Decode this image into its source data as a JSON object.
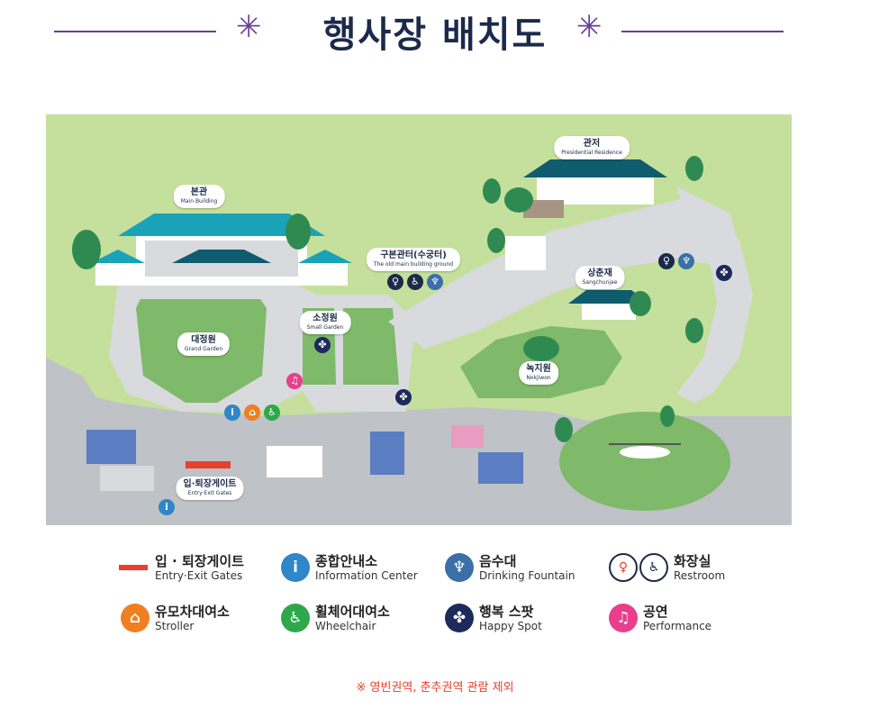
{
  "title": {
    "text": "행사장 배치도",
    "star_glyph": "✳",
    "accent_color": "#6b3d9a"
  },
  "map": {
    "colors": {
      "lawn_light": "#c5e09c",
      "lawn_dark": "#7fb96a",
      "path": "#d8dadd",
      "road": "#bfc2c6",
      "roof": "#1aa3b8",
      "roof_dark": "#0e5c6e"
    },
    "labels": {
      "main_building": {
        "ko": "본관",
        "en": "Main Building"
      },
      "presidential_residence": {
        "ko": "관저",
        "en": "Presidential Residence"
      },
      "old_main_building_ground": {
        "ko": "구본관터(수궁터)",
        "en": "The old main building ground"
      },
      "sangchunjae": {
        "ko": "상춘재",
        "en": "Sangchunjae"
      },
      "grand_garden": {
        "ko": "대정원",
        "en": "Grand Garden"
      },
      "small_garden": {
        "ko": "소정원",
        "en": "Small Garden"
      },
      "nokjiwon": {
        "ko": "녹지원",
        "en": "Nokjiwon"
      },
      "entry_exit_gates": {
        "ko": "입·퇴장게이트",
        "en": "Entry·Exit Gates"
      }
    },
    "facility_icons": [
      "restroom-icon",
      "wheelchair-icon",
      "drinking-fountain-icon",
      "information-icon",
      "stroller-icon",
      "happy-spot-icon",
      "performance-icon"
    ]
  },
  "legend": {
    "items": [
      {
        "id": "gate",
        "icon": "gate-line-icon",
        "color": "#e8402d",
        "ko": "입 · 퇴장게이트",
        "en": "Entry·Exit Gates"
      },
      {
        "id": "info",
        "icon": "information-icon",
        "glyph": "i",
        "color": "#2f86c8",
        "ko": "종합안내소",
        "en": "Information Center"
      },
      {
        "id": "fountain",
        "icon": "drinking-fountain-icon",
        "glyph": "♆",
        "color": "#3b6fa8",
        "ko": "음수대",
        "en": "Drinking Fountain"
      },
      {
        "id": "restroom",
        "icon": "restroom-icon",
        "glyph": "♿",
        "color": "#1c2a4a",
        "ko": "화장실",
        "en": "Restroom"
      },
      {
        "id": "stroller",
        "icon": "stroller-icon",
        "glyph": "⌂",
        "color": "#f07f22",
        "ko": "유모차대여소",
        "en": "Stroller"
      },
      {
        "id": "wheelchair",
        "icon": "wheelchair-icon",
        "glyph": "♿",
        "color": "#2ea84a",
        "ko": "휠체어대여소",
        "en": "Wheelchair"
      },
      {
        "id": "happyspot",
        "icon": "happy-spot-icon",
        "glyph": "✤",
        "color": "#1c2a5c",
        "ko": "행복 스팟",
        "en": "Happy Spot"
      },
      {
        "id": "performance",
        "icon": "performance-icon",
        "glyph": "♫",
        "color": "#e83e8c",
        "ko": "공연",
        "en": "Performance"
      }
    ]
  },
  "note": "※ 영빈권역, 춘추권역 관람 제외"
}
